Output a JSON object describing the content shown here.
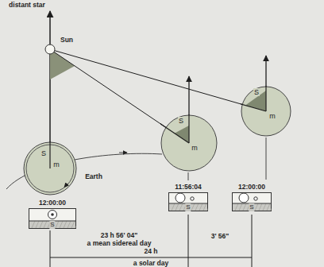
{
  "diagram": {
    "nodes": [
      {
        "text": [
          "S",
          "m"
        ]
      },
      {
        "text": [
          "S",
          "m"
        ]
      },
      {
        "text": [
          "S",
          "m"
        ]
      },
      {
        "text": [
          "12:00:00",
          "S"
        ]
      },
      {
        "text": [
          "11:56:04",
          "S"
        ]
      },
      {
        "text": [
          "12:00:00",
          "S"
        ]
      }
    ],
    "labels": [
      "distant star",
      "Sun",
      "Earth",
      "23 h 56' 04\"",
      "a mean sidereal day",
      "3' 56\"",
      "24 h",
      "a solar day"
    ]
  }
}
